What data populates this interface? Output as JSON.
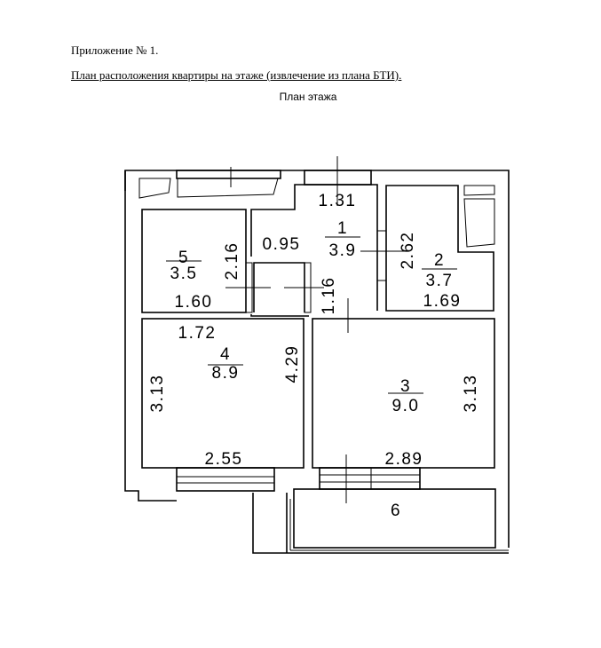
{
  "document": {
    "appendix_title": "Приложение № 1.",
    "plan_caption": "План расположения квартиры на этаже (извлечение из плана БТИ).",
    "floor_plan_label": "План этажа"
  },
  "rooms": [
    {
      "number": "1",
      "area": "3.9"
    },
    {
      "number": "2",
      "area": "3.7"
    },
    {
      "number": "3",
      "area": "9.0"
    },
    {
      "number": "4",
      "area": "8.9"
    },
    {
      "number": "5",
      "area": "3.5"
    },
    {
      "number": "6"
    }
  ],
  "dimensions": {
    "corridor_top": "1.31",
    "corridor_width": "0.95",
    "corridor_length": "2.62",
    "corridor_passage": "1.16",
    "room2_width": "1.69",
    "room5_height": "2.16",
    "room5_width": "1.60",
    "room4_top": "1.72",
    "room4_right": "4.29",
    "room4_left": "3.13",
    "room4_bottom": "2.55",
    "room3_right": "3.13",
    "room3_bottom": "2.89"
  }
}
